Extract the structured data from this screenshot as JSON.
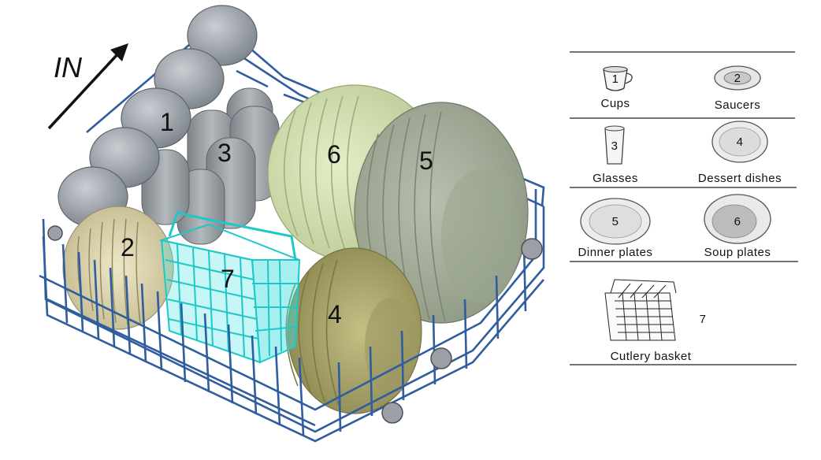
{
  "direction_label": "IN",
  "rack_numbers": [
    "1",
    "2",
    "3",
    "4",
    "5",
    "6",
    "7"
  ],
  "legend": {
    "items": [
      {
        "id": "1",
        "label": "Cups",
        "icon": "cup-icon"
      },
      {
        "id": "2",
        "label": "Saucers",
        "icon": "saucer-icon"
      },
      {
        "id": "3",
        "label": "Glasses",
        "icon": "glass-icon"
      },
      {
        "id": "4",
        "label": "Dessert dishes",
        "icon": "dessert-dish-icon"
      },
      {
        "id": "5",
        "label": "Dinner plates",
        "icon": "dinner-plate-icon"
      },
      {
        "id": "6",
        "label": "Soup plates",
        "icon": "soup-plate-icon"
      },
      {
        "id": "7",
        "label": "Cutlery basket",
        "icon": "cutlery-basket-icon"
      }
    ]
  },
  "colors": {
    "rack_wire": "#2f5d9e",
    "cups": "#8f969d",
    "saucers": "#d8cfa6",
    "dessert_dishes": "#a8a46a",
    "dinner_plates": "#a4ad98",
    "soup_plates": "#cddcab",
    "cutlery_basket": "#33e0e0"
  }
}
